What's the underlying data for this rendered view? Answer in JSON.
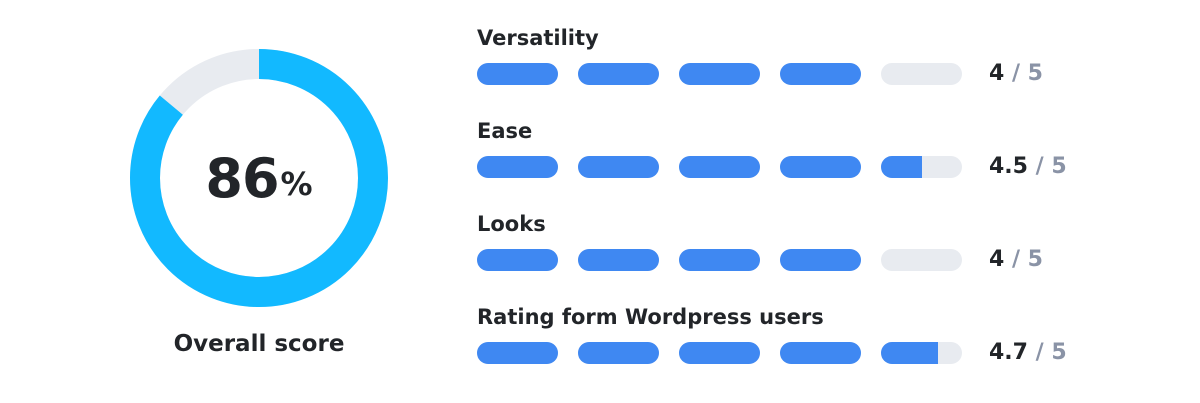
{
  "overall": {
    "value": "86",
    "unit": "%",
    "fraction": 0.86,
    "label": "Overall score",
    "ring_color": "#12b9ff",
    "track_color": "#e8ebf0"
  },
  "metrics": [
    {
      "title": "Versatility",
      "score": "4",
      "max": "5",
      "rating": 4
    },
    {
      "title": "Ease",
      "score": "4.5",
      "max": "5",
      "rating": 4.5
    },
    {
      "title": "Looks",
      "score": "4",
      "max": "5",
      "rating": 4
    },
    {
      "title": "Rating form Wordpress users",
      "score": "4.7",
      "max": "5",
      "rating": 4.7
    }
  ],
  "colors": {
    "bar_fill": "#3f88f2",
    "bar_track": "#e8ebf0",
    "denominator": "#8a93a6"
  }
}
